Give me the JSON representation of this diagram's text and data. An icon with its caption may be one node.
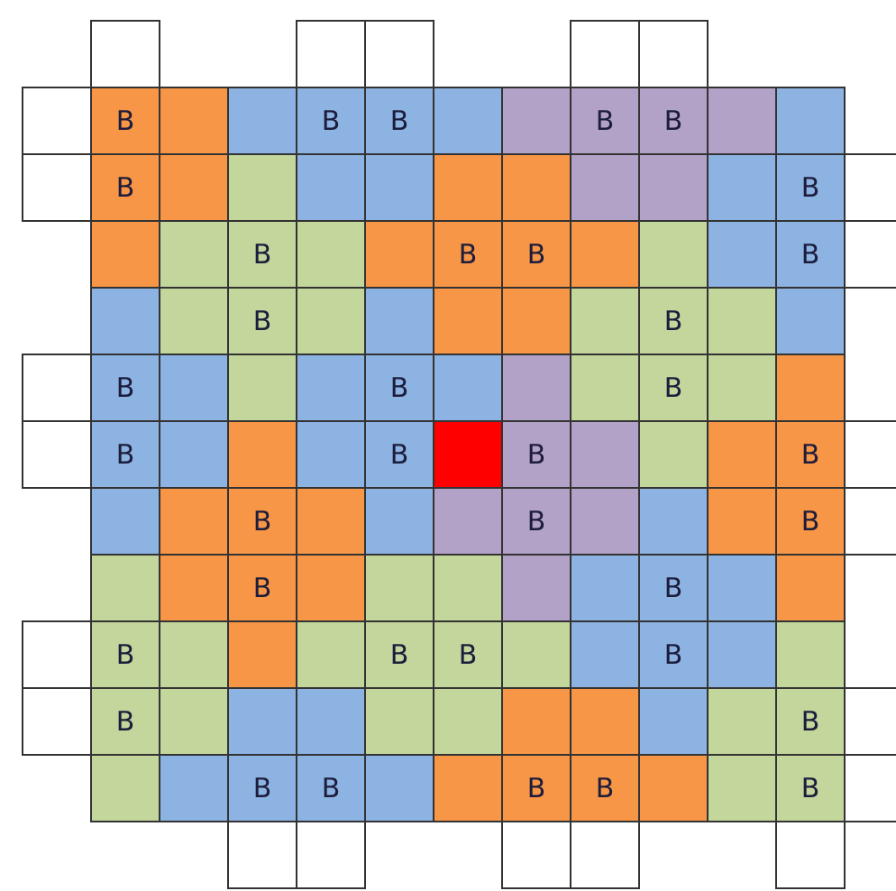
{
  "diagram": {
    "labels": [
      "B",
      "B",
      "B",
      "B",
      "B",
      "B",
      "B",
      "B",
      "B",
      "B",
      "B",
      "B",
      "B",
      "B",
      "B",
      "B",
      "B",
      "B",
      "B",
      "B",
      "B",
      "B",
      "B",
      "B",
      "B",
      "B",
      "B",
      "B",
      "B",
      "B",
      "B",
      "B",
      "B",
      "B",
      "B",
      "B"
    ]
  }
}
